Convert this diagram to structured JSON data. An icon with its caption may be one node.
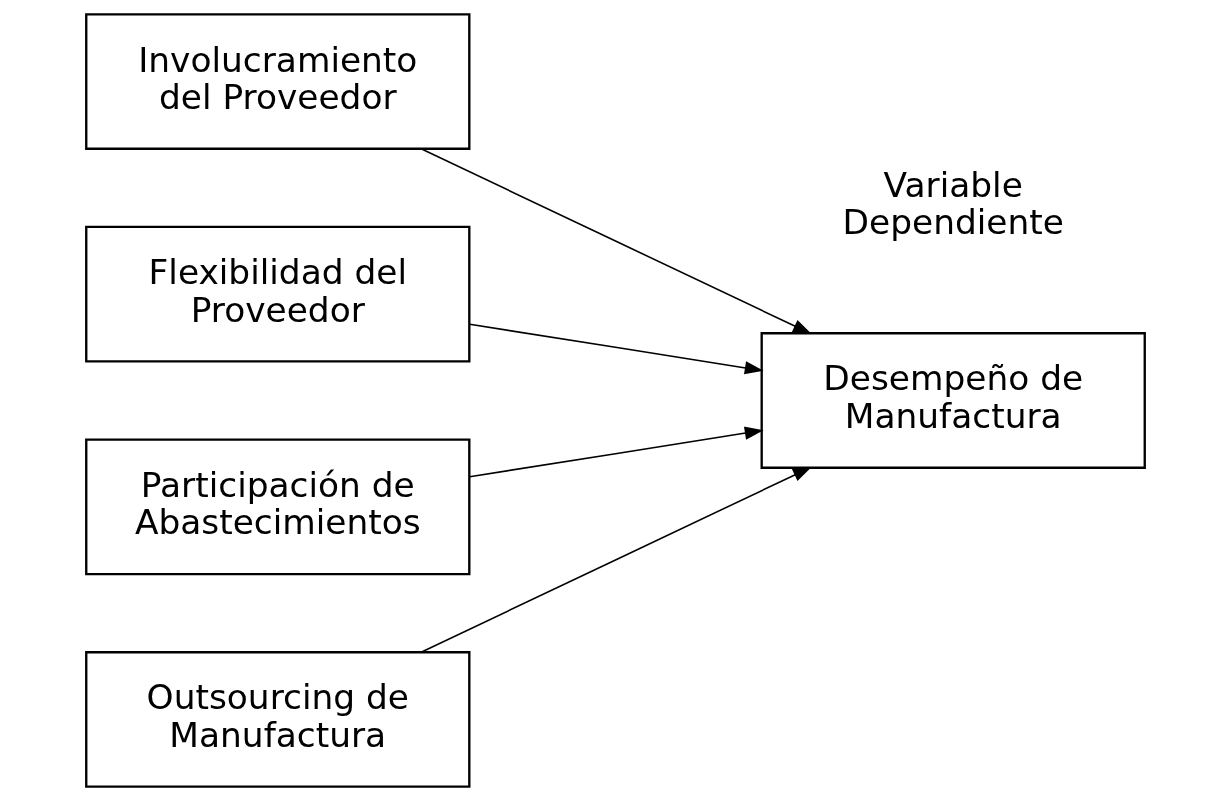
{
  "diagram": {
    "nodes": [
      {
        "text": [
          "Involucramiento del Proveedor"
        ]
      },
      {
        "text": [
          "Flexibilidad del Proveedor"
        ]
      },
      {
        "text": [
          "Participación de Abastecimientos"
        ]
      },
      {
        "text": [
          "Outsourcing de Manufactura"
        ]
      },
      {
        "text": [
          "Desempeño de Manufactura"
        ]
      }
    ],
    "edges": [
      {
        "from": 0,
        "to": 4,
        "arrow": "to"
      },
      {
        "from": 1,
        "to": 4,
        "arrow": "to"
      },
      {
        "from": 2,
        "to": 4,
        "arrow": "to"
      },
      {
        "from": 3,
        "to": 4,
        "arrow": "to"
      }
    ],
    "labels": [
      "Variable Dependiente"
    ]
  }
}
